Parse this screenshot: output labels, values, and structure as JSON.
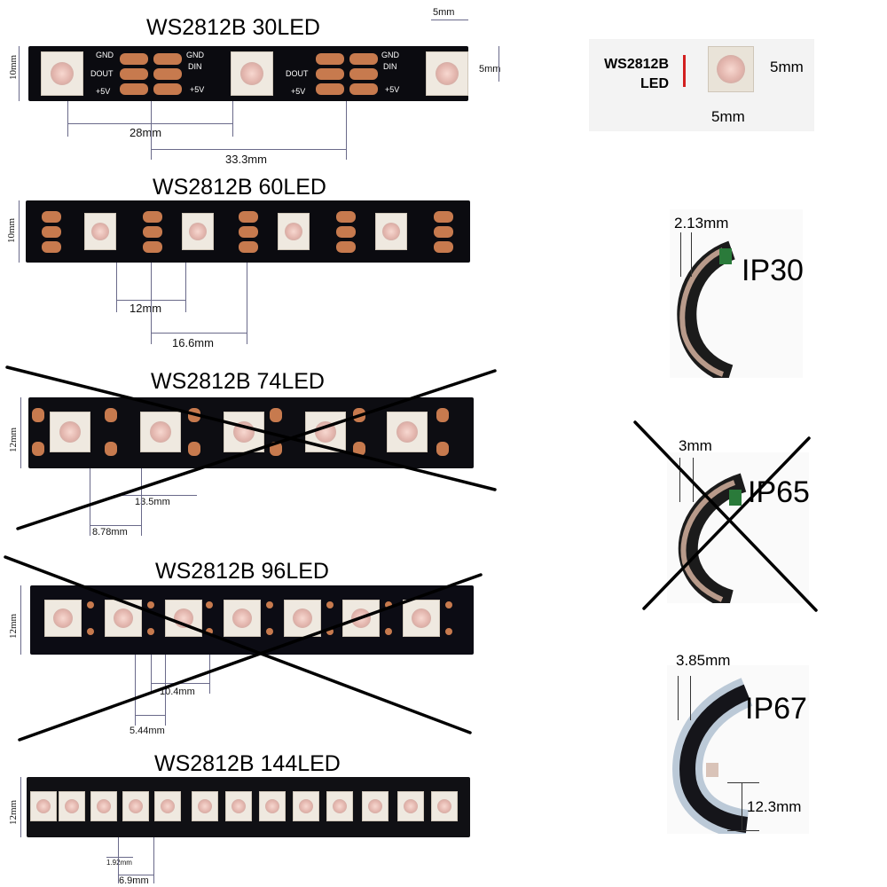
{
  "strips": {
    "s30": {
      "title": "WS2812B 30LED",
      "labels": {
        "gnd": "GND",
        "dout": "DOUT",
        "din": "DIN",
        "v5": "+5V"
      },
      "dims": {
        "width": "10mm",
        "pitch_a": "28mm",
        "pitch_b": "33.3mm",
        "cell": "5mm",
        "cell_h": "5mm"
      }
    },
    "s60": {
      "title": "WS2812B 60LED",
      "dims": {
        "width": "10mm",
        "pitch_a": "12mm",
        "pitch_b": "16.6mm"
      }
    },
    "s74": {
      "title": "WS2812B 74LED",
      "dims": {
        "width": "12mm",
        "pitch_a": "13.5mm",
        "pitch_b": "8.78mm"
      }
    },
    "s96": {
      "title": "WS2812B 96LED",
      "dims": {
        "width": "12mm",
        "pitch_a": "10.4mm",
        "pitch_b": "5.44mm"
      }
    },
    "s144": {
      "title": "WS2812B 144LED",
      "dims": {
        "width": "12mm",
        "pitch_a": "1.92mm",
        "pitch_b": "6.9mm"
      }
    }
  },
  "chip": {
    "name_line1": "WS2812B",
    "name_line2": "LED",
    "size_h": "5mm",
    "size_w": "5mm"
  },
  "ip": {
    "ip30": {
      "label": "IP30",
      "thickness": "2.13mm"
    },
    "ip65": {
      "label": "IP65",
      "thickness": "3mm"
    },
    "ip67": {
      "label": "IP67",
      "thickness": "3.85mm",
      "width": "12.3mm"
    }
  }
}
